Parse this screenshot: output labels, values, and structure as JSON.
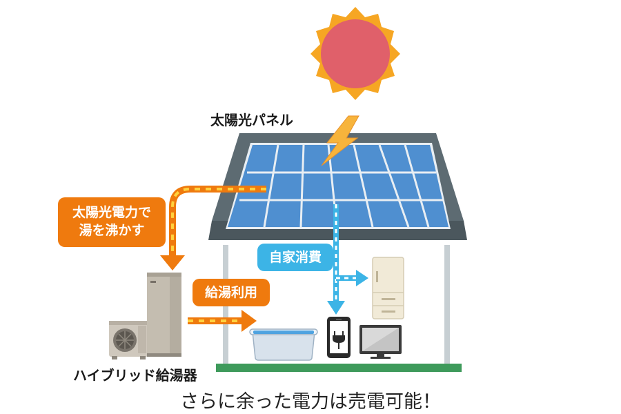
{
  "labels": {
    "solar_panel": "太陽光パネル",
    "heater": "ハイブリッド給湯器",
    "bottom_note": "さらに余った電力は売電可能！"
  },
  "callouts": {
    "solar_heat_line1": "太陽光電力で",
    "solar_heat_line2": "湯を沸かす",
    "hot_water_use": "給湯利用",
    "self_consumption": "自家消費"
  },
  "colors": {
    "orange": "#ef7a0e",
    "blue": "#3cb4e6",
    "sun": "#e0606a",
    "sun_rays": "#f6a623",
    "roof": "#5d6b72",
    "panel": "#4f8fd0",
    "ground": "#3e9a5b"
  },
  "icons": [
    "sun-icon",
    "lightning-icon",
    "heat-pump-icon",
    "storage-tank-icon",
    "bathtub-icon",
    "smartphone-icon",
    "refrigerator-icon",
    "tv-icon"
  ]
}
